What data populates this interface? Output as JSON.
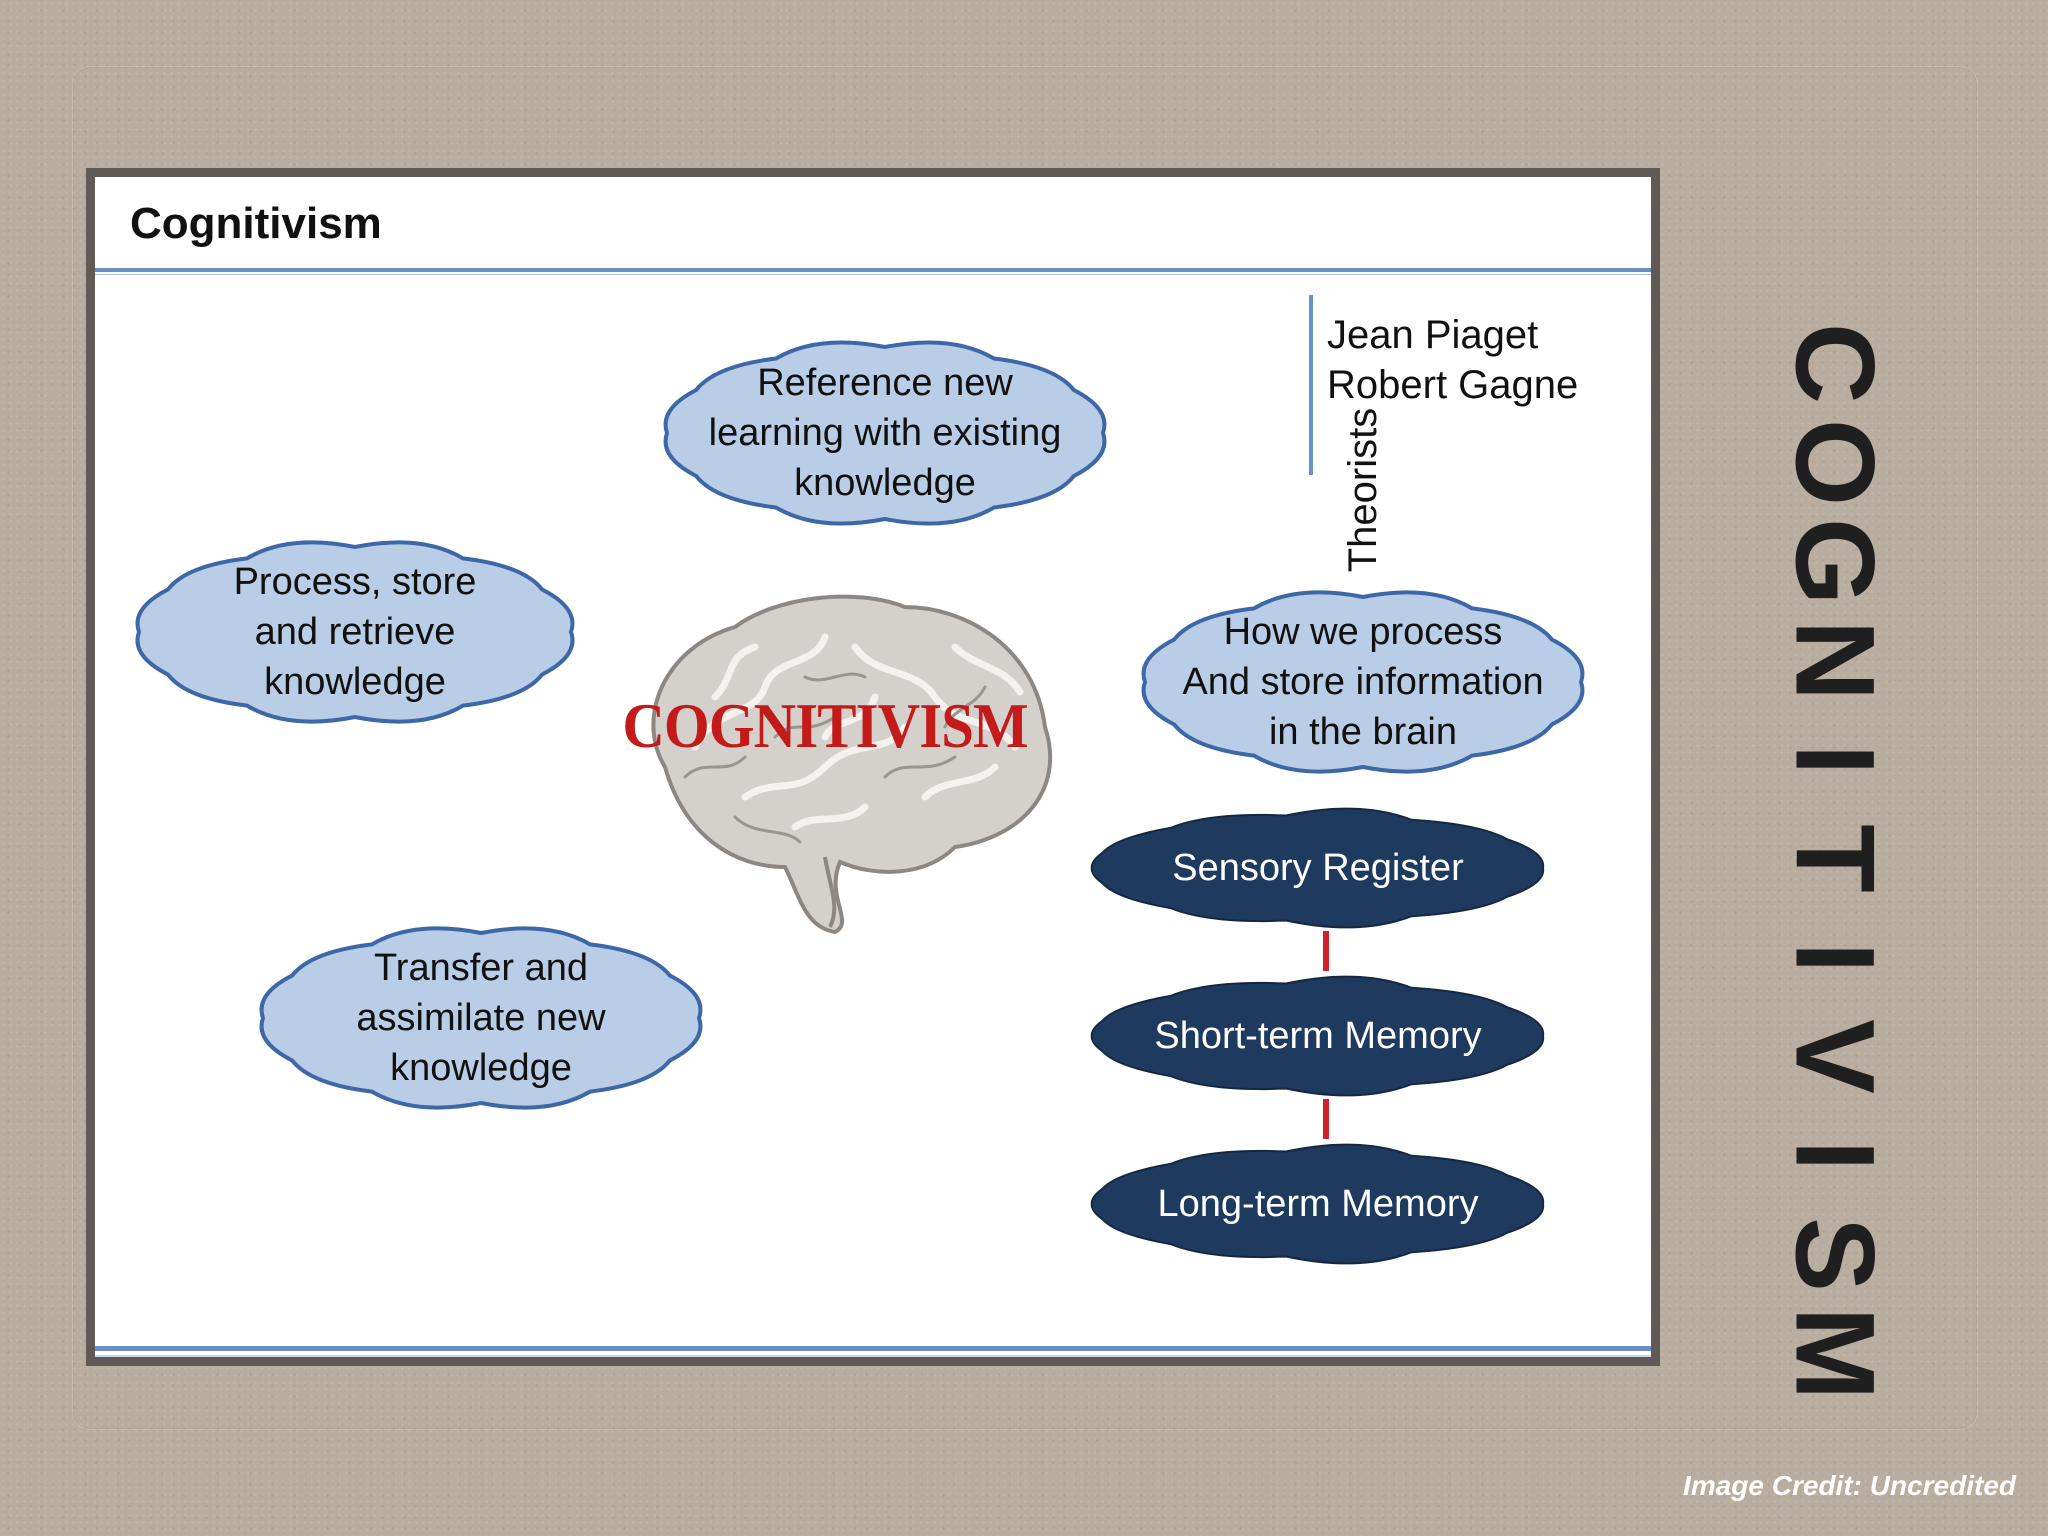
{
  "slide": {
    "title": "Cognitivism",
    "theorists": {
      "label": "Theorists",
      "names": [
        "Jean Piaget",
        "Robert Gagne"
      ]
    },
    "center_label": "COGNITIVISM",
    "light_clouds": [
      {
        "text": "Reference new\nlearning with existing\nknowledge"
      },
      {
        "text": "Process, store\nand retrieve\nknowledge"
      },
      {
        "text": "How we process\nAnd store information\nin the brain"
      },
      {
        "text": "Transfer and\nassimilate new\nknowledge"
      }
    ],
    "memory_stages": [
      {
        "text": "Sensory Register"
      },
      {
        "text": "Short-term Memory"
      },
      {
        "text": "Long-term Memory"
      }
    ]
  },
  "side_title": "COGNITIVISM",
  "credit": "Image Credit:  Uncredited",
  "colors": {
    "light_cloud_fill": "#b9cde6",
    "light_cloud_stroke": "#3d67a6",
    "dark_cloud_fill": "#1f3a5f",
    "connector": "#d0202a",
    "center_label": "#c31a1a",
    "rule": "#6a8fc4"
  }
}
